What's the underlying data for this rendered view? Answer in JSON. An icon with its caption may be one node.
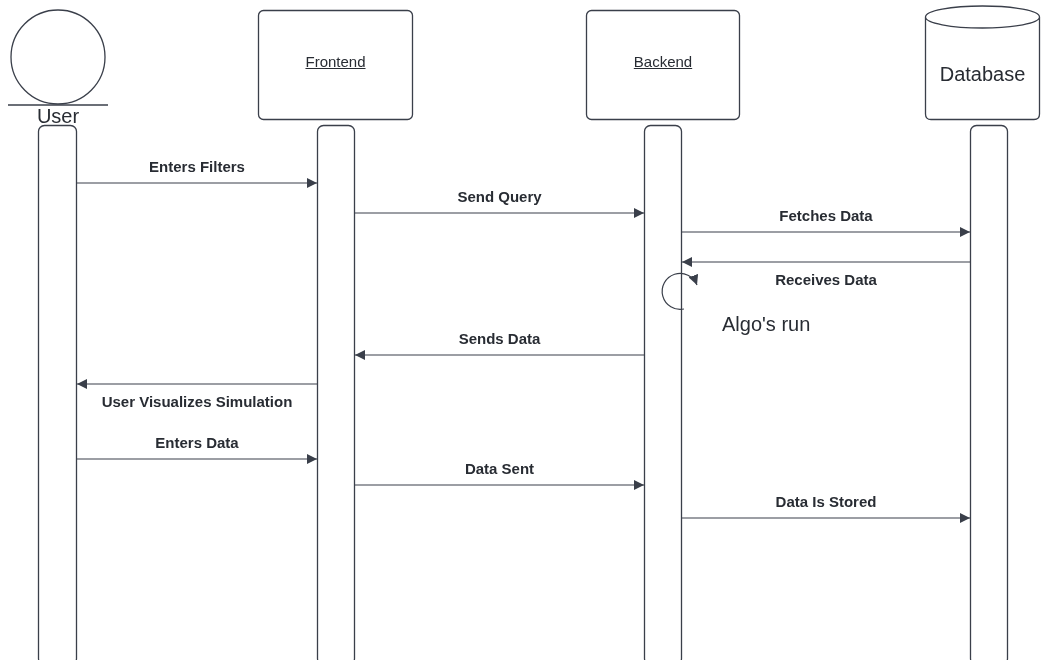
{
  "diagram": {
    "nodes": [
      {
        "text": [
          "User"
        ]
      },
      {
        "text": [
          "Frontend"
        ]
      },
      {
        "text": [
          "Backend"
        ]
      },
      {
        "text": [
          "Database"
        ]
      },
      {
        "text": [],
        "shape": "bar"
      },
      {
        "text": [],
        "shape": "bar"
      },
      {
        "text": [],
        "shape": "bar"
      },
      {
        "text": [],
        "shape": "bar"
      }
    ],
    "edges": [
      {
        "from": 4,
        "to": 5,
        "arrow": "to",
        "label": "Enters Filters"
      },
      {
        "from": 5,
        "to": 6,
        "arrow": "to",
        "label": "Send Query"
      },
      {
        "from": 6,
        "to": 7,
        "arrow": "to",
        "label": "Fetches Data"
      },
      {
        "from": 7,
        "to": 6,
        "arrow": "to",
        "label": "Receives Data"
      },
      {
        "from": 6,
        "to": 6,
        "arrow": "to",
        "label": "Algo's run"
      },
      {
        "from": 6,
        "to": 5,
        "arrow": "to",
        "label": "Sends Data"
      },
      {
        "from": 5,
        "to": 4,
        "arrow": "to",
        "label": "User Visualizes Simulation"
      },
      {
        "from": 4,
        "to": 5,
        "arrow": "to",
        "label": "Enters Data"
      },
      {
        "from": 5,
        "to": 6,
        "arrow": "to",
        "label": "Data Sent"
      },
      {
        "from": 6,
        "to": 7,
        "arrow": "to",
        "label": "Data Is Stored"
      }
    ]
  }
}
